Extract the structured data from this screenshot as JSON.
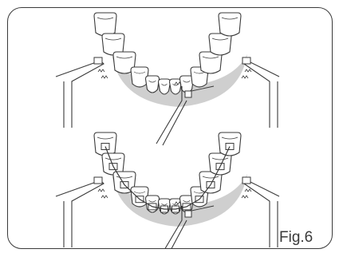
{
  "figure": {
    "caption": "Fig.6",
    "colors": {
      "line": "#3a3a3a",
      "gum_shadow": "#cfcfcf",
      "tooth_fill": "#ffffff",
      "frame": "#3a3a3a"
    },
    "panels": [
      {
        "name": "dental-arch-without-brackets",
        "has_brackets": false
      },
      {
        "name": "dental-arch-with-brackets",
        "has_brackets": true
      }
    ],
    "icons": [
      "ligature-tie-icon",
      "instrument-probe-icon"
    ]
  }
}
